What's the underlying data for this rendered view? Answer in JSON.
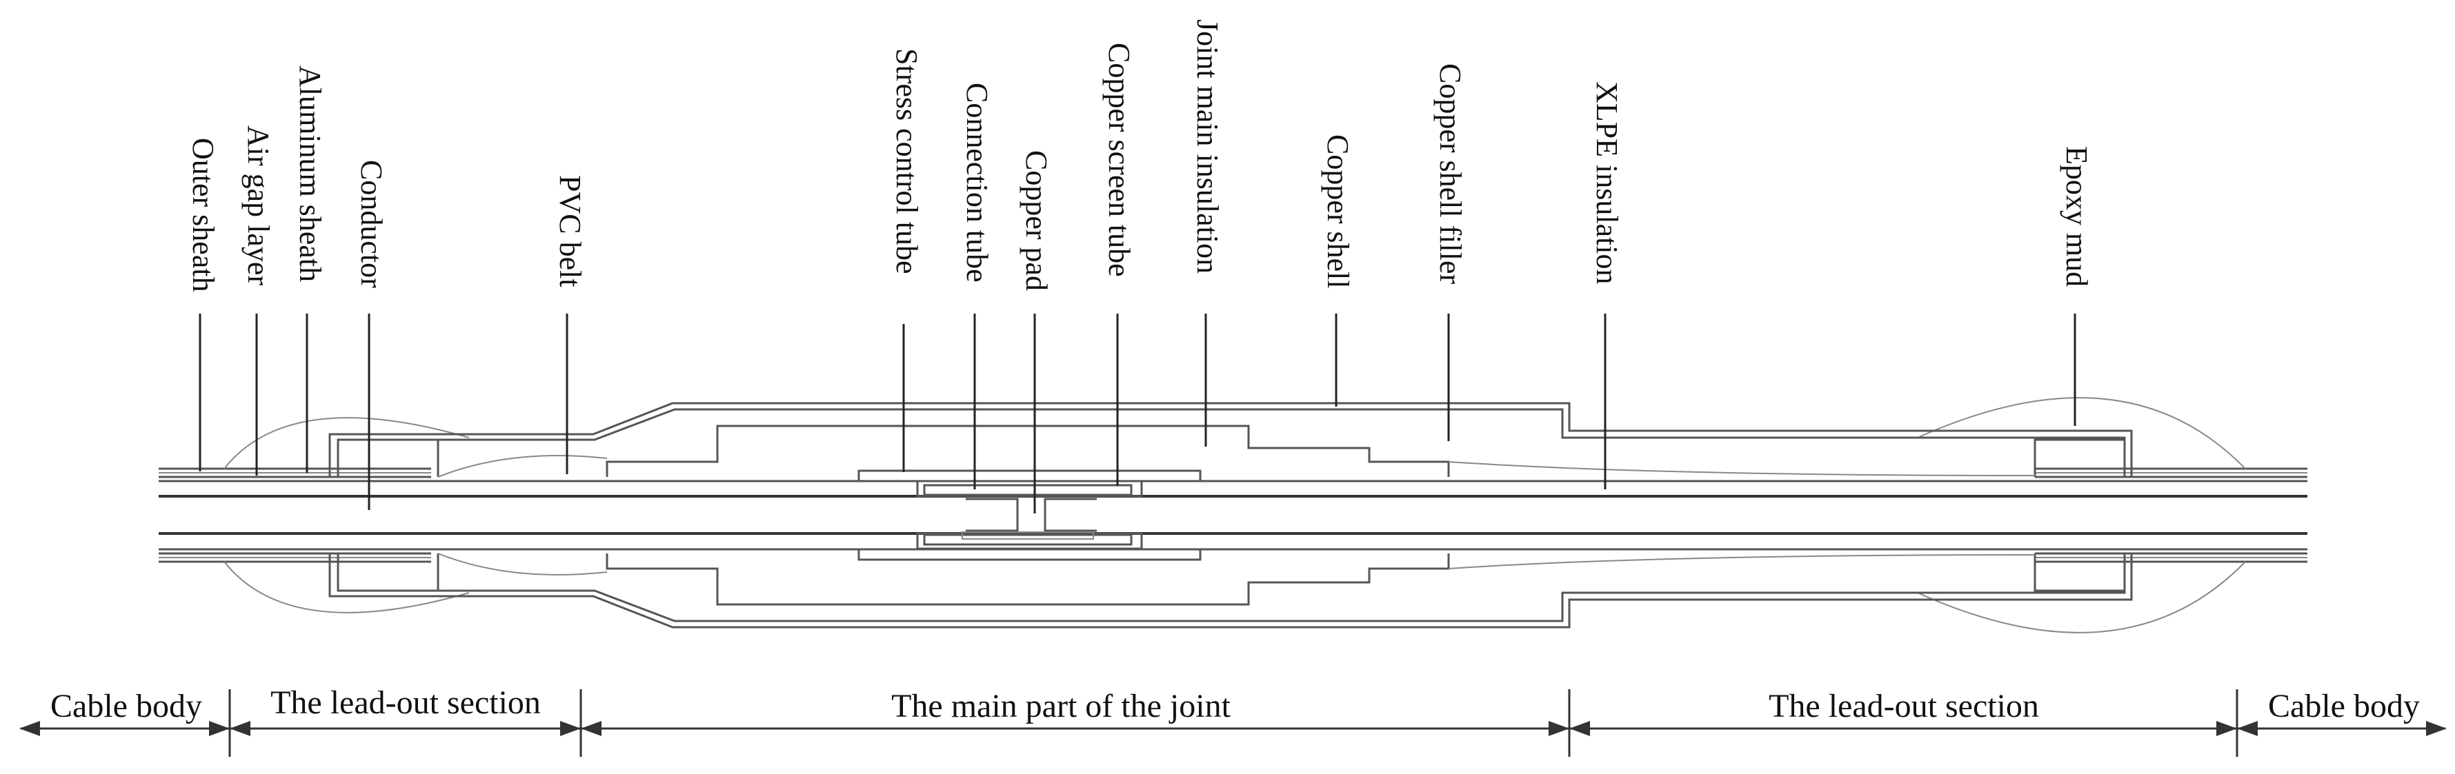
{
  "labels": {
    "outer_sheath": "Outer sheath",
    "air_gap_layer": "Air gap layer",
    "aluminum_sheath": "Aluminum sheath",
    "conductor": "Conductor",
    "pvc_belt": "PVC belt",
    "stress_control_tube": "Stress control tube",
    "connection_tube": "Connection tube",
    "copper_pad": "Copper pad",
    "copper_screen_tube": "Copper screen tube",
    "joint_main_insulation": "Joint main insulation",
    "copper_shell": "Copper shell",
    "copper_shell_filler": "Copper shell filler",
    "xlpe_insulation": "XLPE insulation",
    "epoxy_mud": "Epoxy mud"
  },
  "sections": {
    "cable_body_left": "Cable body",
    "lead_out_left": "The lead-out section",
    "main_part": "The main part of the joint",
    "lead_out_right": "The lead-out section",
    "cable_body_right": "Cable body"
  },
  "colors": {
    "line": "#555555",
    "text": "#111111"
  }
}
